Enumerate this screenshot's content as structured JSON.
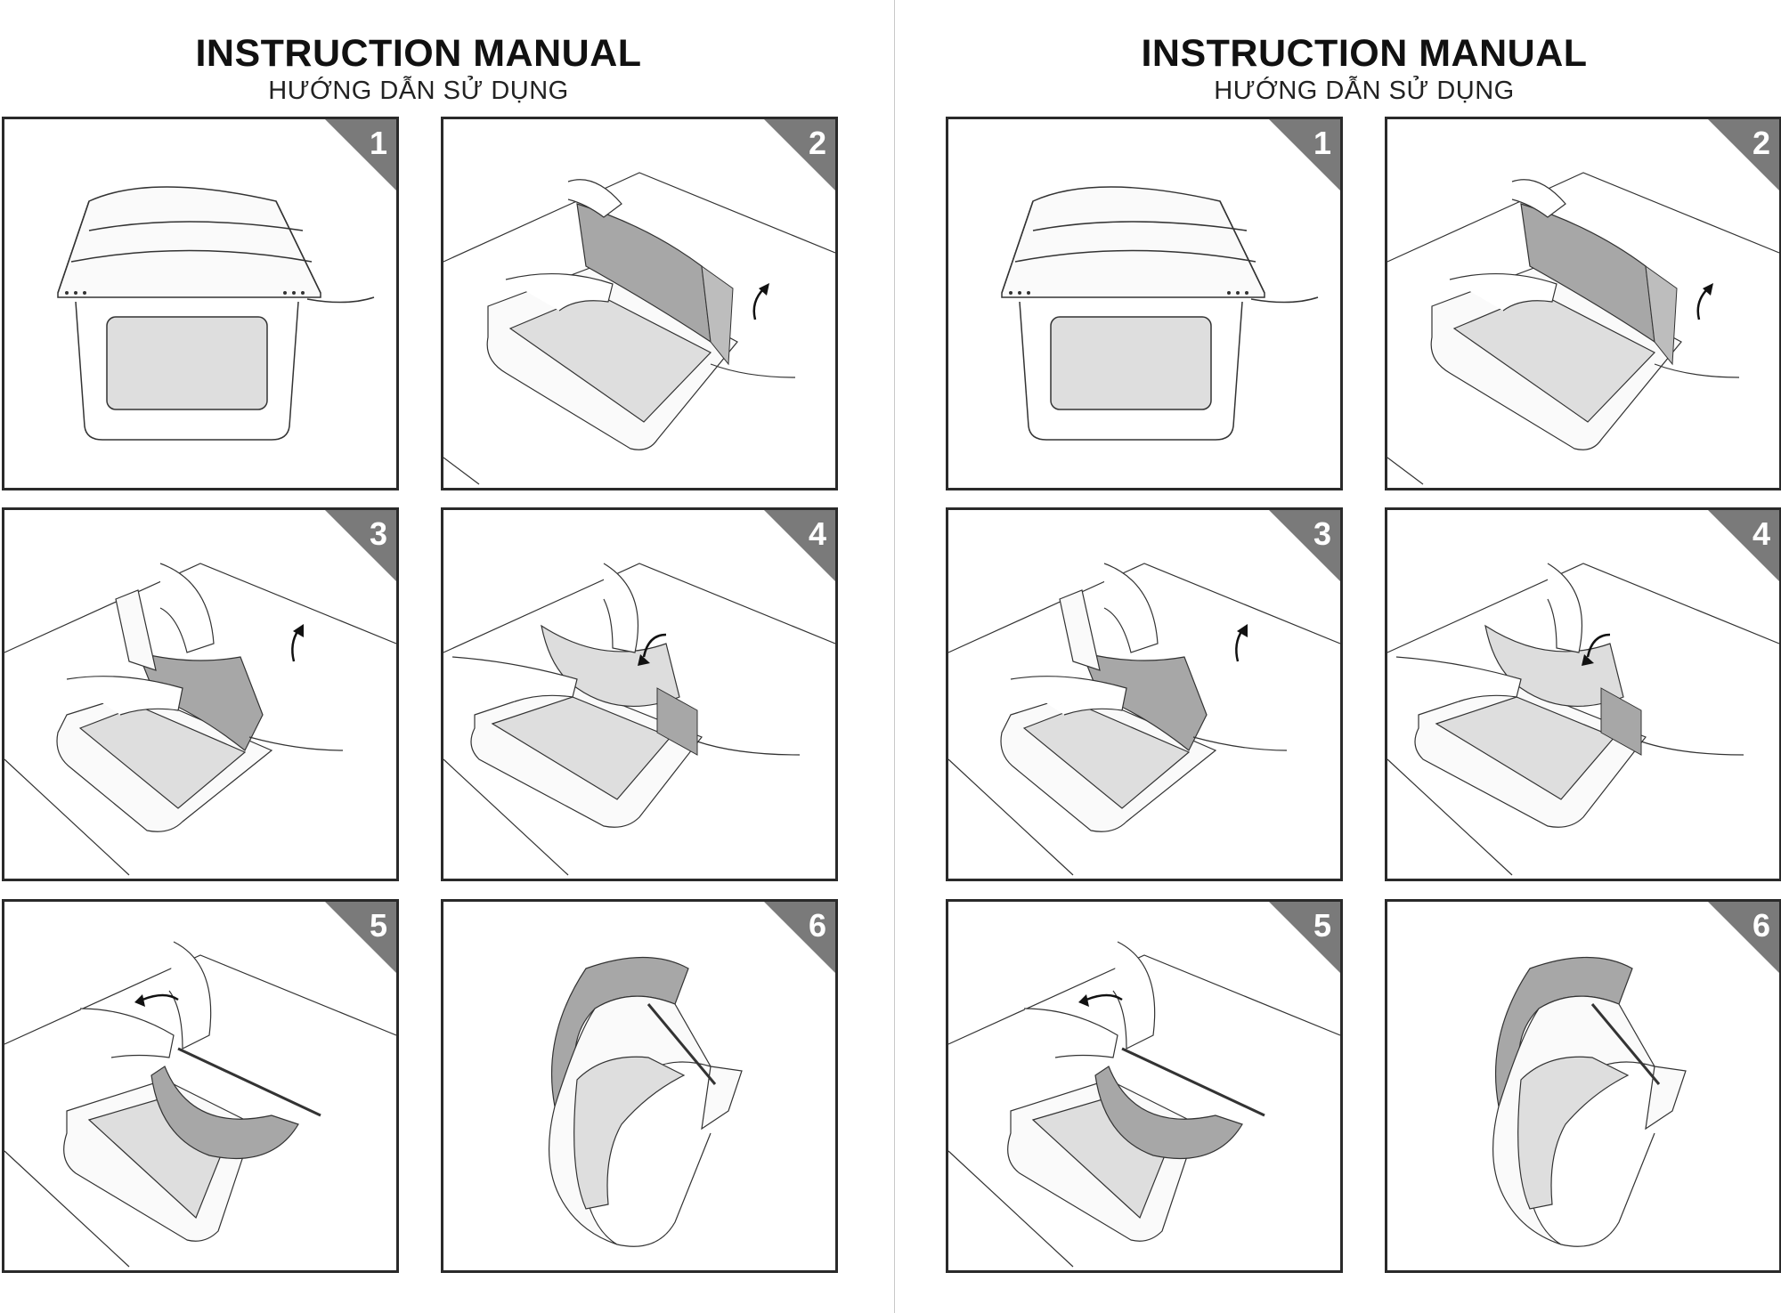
{
  "pages": [
    {
      "title": "INSTRUCTION MANUAL",
      "subtitle": "HƯỚNG DẪN SỬ DỤNG",
      "steps": [
        "1",
        "2",
        "3",
        "4",
        "5",
        "6"
      ]
    },
    {
      "title": "INSTRUCTION MANUAL",
      "subtitle": "HƯỚNG DẪN SỬ DỤNG",
      "steps": [
        "1",
        "2",
        "3",
        "4",
        "5",
        "6"
      ]
    }
  ],
  "colors": {
    "badge": "#7a7a7a",
    "line": "#333333",
    "shield_gray": "#a7a7a7",
    "window_gray": "#dedede"
  }
}
